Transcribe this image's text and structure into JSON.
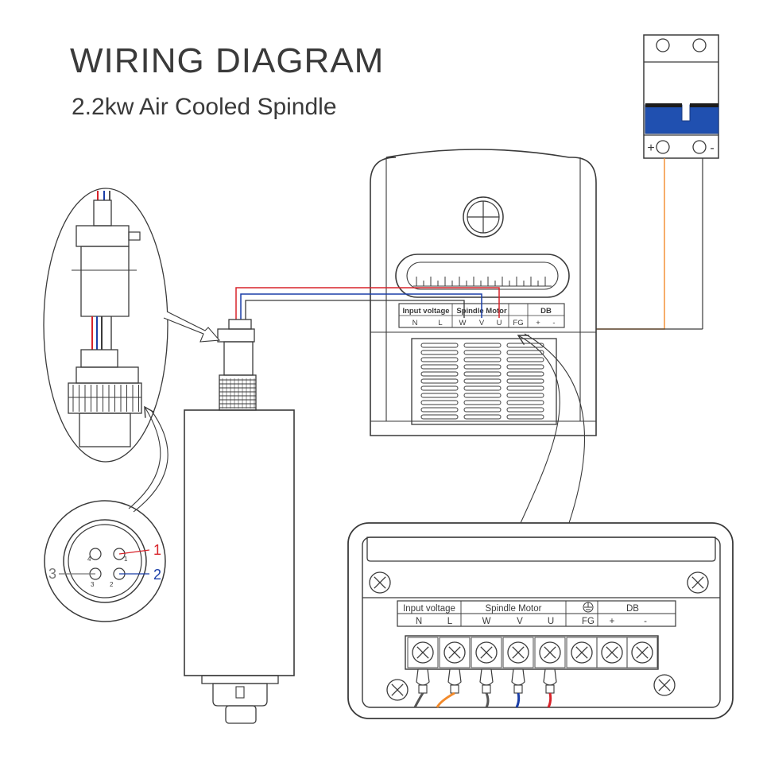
{
  "title": "WIRING DIAGRAM",
  "subtitle": "2.2kw Air Cooled Spindle",
  "breaker": {
    "plus_label": "+",
    "minus_label": "-"
  },
  "connector_pins": {
    "pin1_number": "1",
    "pin2_number": "2",
    "pin3_number": "3",
    "pin4_small": "4",
    "pin1_small": "1",
    "pin2_small": "2",
    "pin3_small": "3"
  },
  "vfd_terminal_labels": {
    "input_voltage": "Input voltage",
    "spindle_motor": "Spindle Motor",
    "db": "DB",
    "n": "N",
    "l": "L",
    "w": "W",
    "v": "V",
    "u": "U",
    "fg": "FG",
    "plus": "+",
    "minus": "-"
  },
  "detail_terminal_labels": {
    "input_voltage": "Input voltage",
    "spindle_motor": "Spindle Motor",
    "db": "DB",
    "n": "N",
    "l": "L",
    "w": "W",
    "v": "V",
    "u": "U",
    "fg": "FG",
    "plus": "+",
    "minus": "-"
  },
  "colors": {
    "line": "#3a3a3a",
    "wire_red": "#d8232a",
    "wire_blue": "#1a3ea8",
    "wire_orange": "#f28a2b",
    "wire_gray": "#555555",
    "breaker_blue": "#2050b0"
  }
}
